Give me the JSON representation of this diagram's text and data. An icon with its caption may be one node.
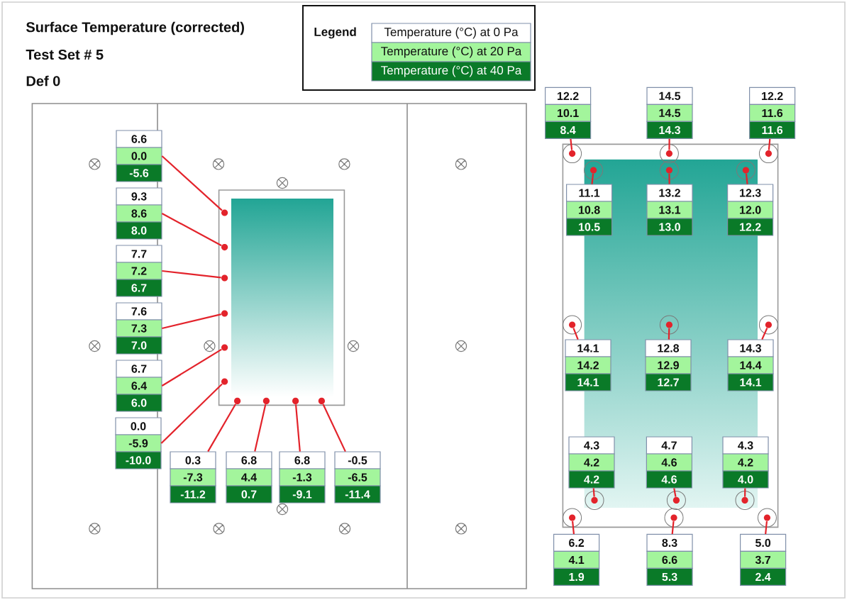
{
  "diagram": {
    "title": "Surface Temperature (corrected)",
    "nodes": [
      {
        "text": [
          "6.6",
          "0.0",
          "-5.6"
        ]
      },
      {
        "text": [
          "9.3",
          "8.6",
          "8.0"
        ]
      },
      {
        "text": [
          "7.7",
          "7.2",
          "6.7"
        ]
      },
      {
        "text": [
          "7.6",
          "7.3",
          "7.0"
        ]
      },
      {
        "text": [
          "6.7",
          "6.4",
          "6.0"
        ]
      },
      {
        "text": [
          "0.0",
          "-5.9",
          "-10.0"
        ]
      },
      {
        "text": [
          "0.3",
          "-7.3",
          "-11.2"
        ]
      },
      {
        "text": [
          "6.8",
          "4.4",
          "0.7"
        ]
      },
      {
        "text": [
          "6.8",
          "-1.3",
          "-9.1"
        ]
      },
      {
        "text": [
          "-0.5",
          "-6.5",
          "-11.4"
        ]
      },
      {
        "text": [
          "12.2",
          "10.1",
          "8.4"
        ]
      },
      {
        "text": [
          "14.5",
          "14.5",
          "14.3"
        ]
      },
      {
        "text": [
          "12.2",
          "11.6",
          "11.6"
        ]
      },
      {
        "text": [
          "11.1",
          "10.8",
          "10.5"
        ]
      },
      {
        "text": [
          "13.2",
          "13.1",
          "13.0"
        ]
      },
      {
        "text": [
          "12.3",
          "12.0",
          "12.2"
        ]
      },
      {
        "text": [
          "14.1",
          "14.2",
          "14.1"
        ]
      },
      {
        "text": [
          "12.8",
          "12.9",
          "12.7"
        ]
      },
      {
        "text": [
          "14.3",
          "14.4",
          "14.1"
        ]
      },
      {
        "text": [
          "4.3",
          "4.2",
          "4.2"
        ]
      },
      {
        "text": [
          "4.7",
          "4.6",
          "4.6"
        ]
      },
      {
        "text": [
          "4.3",
          "4.2",
          "4.0"
        ]
      },
      {
        "text": [
          "6.2",
          "4.1",
          "1.9"
        ]
      },
      {
        "text": [
          "8.3",
          "6.6",
          "5.3"
        ]
      },
      {
        "text": [
          "5.0",
          "3.7",
          "2.4"
        ]
      },
      {
        "text": [],
        "shape": "dot"
      },
      {
        "text": [],
        "shape": "dot"
      },
      {
        "text": [],
        "shape": "dot"
      },
      {
        "text": [],
        "shape": "dot"
      },
      {
        "text": [],
        "shape": "dot"
      },
      {
        "text": [],
        "shape": "dot"
      },
      {
        "text": [],
        "shape": "dot"
      },
      {
        "text": [],
        "shape": "dot"
      },
      {
        "text": [],
        "shape": "dot"
      },
      {
        "text": [],
        "shape": "dot"
      },
      {
        "text": [],
        "shape": "dot"
      },
      {
        "text": [],
        "shape": "dot"
      },
      {
        "text": [],
        "shape": "dot"
      },
      {
        "text": [],
        "shape": "dot"
      },
      {
        "text": [],
        "shape": "dot"
      },
      {
        "text": [],
        "shape": "dot"
      },
      {
        "text": [],
        "shape": "dot"
      },
      {
        "text": [],
        "shape": "dot"
      },
      {
        "text": [],
        "shape": "dot"
      },
      {
        "text": [],
        "shape": "dot"
      },
      {
        "text": [],
        "shape": "dot"
      },
      {
        "text": [],
        "shape": "dot"
      },
      {
        "text": [],
        "shape": "dot"
      },
      {
        "text": [],
        "shape": "dot"
      },
      {
        "text": [],
        "shape": "dot"
      }
    ],
    "edges": [
      {
        "from": 0,
        "to": 25,
        "arrow": "none"
      },
      {
        "from": 1,
        "to": 26,
        "arrow": "none"
      },
      {
        "from": 2,
        "to": 27,
        "arrow": "none"
      },
      {
        "from": 3,
        "to": 28,
        "arrow": "none"
      },
      {
        "from": 4,
        "to": 29,
        "arrow": "none"
      },
      {
        "from": 5,
        "to": 30,
        "arrow": "none"
      },
      {
        "from": 6,
        "to": 31,
        "arrow": "none"
      },
      {
        "from": 7,
        "to": 32,
        "arrow": "none"
      },
      {
        "from": 8,
        "to": 33,
        "arrow": "none"
      },
      {
        "from": 9,
        "to": 34,
        "arrow": "none"
      },
      {
        "from": 10,
        "to": 35,
        "arrow": "none"
      },
      {
        "from": 11,
        "to": 36,
        "arrow": "none"
      },
      {
        "from": 12,
        "to": 37,
        "arrow": "none"
      },
      {
        "from": 13,
        "to": 38,
        "arrow": "none"
      },
      {
        "from": 14,
        "to": 39,
        "arrow": "none"
      },
      {
        "from": 15,
        "to": 40,
        "arrow": "none"
      },
      {
        "from": 16,
        "to": 41,
        "arrow": "none"
      },
      {
        "from": 17,
        "to": 42,
        "arrow": "none"
      },
      {
        "from": 18,
        "to": 43,
        "arrow": "none"
      },
      {
        "from": 19,
        "to": 44,
        "arrow": "none"
      },
      {
        "from": 20,
        "to": 45,
        "arrow": "none"
      },
      {
        "from": 21,
        "to": 46,
        "arrow": "none"
      },
      {
        "from": 22,
        "to": 47,
        "arrow": "none"
      },
      {
        "from": 23,
        "to": 48,
        "arrow": "none"
      },
      {
        "from": 24,
        "to": 49,
        "arrow": "none"
      }
    ],
    "labels": [
      "Test Set # 5",
      "Def 0",
      "Legend"
    ],
    "legend": [
      {
        "text": "Temperature (°C) at 0 Pa"
      },
      {
        "text": "Temperature (°C) at 20 Pa",
        "color": "#a3f59c"
      },
      {
        "text": "Temperature (°C) at 40 Pa",
        "color": "#0a7a28"
      }
    ]
  }
}
